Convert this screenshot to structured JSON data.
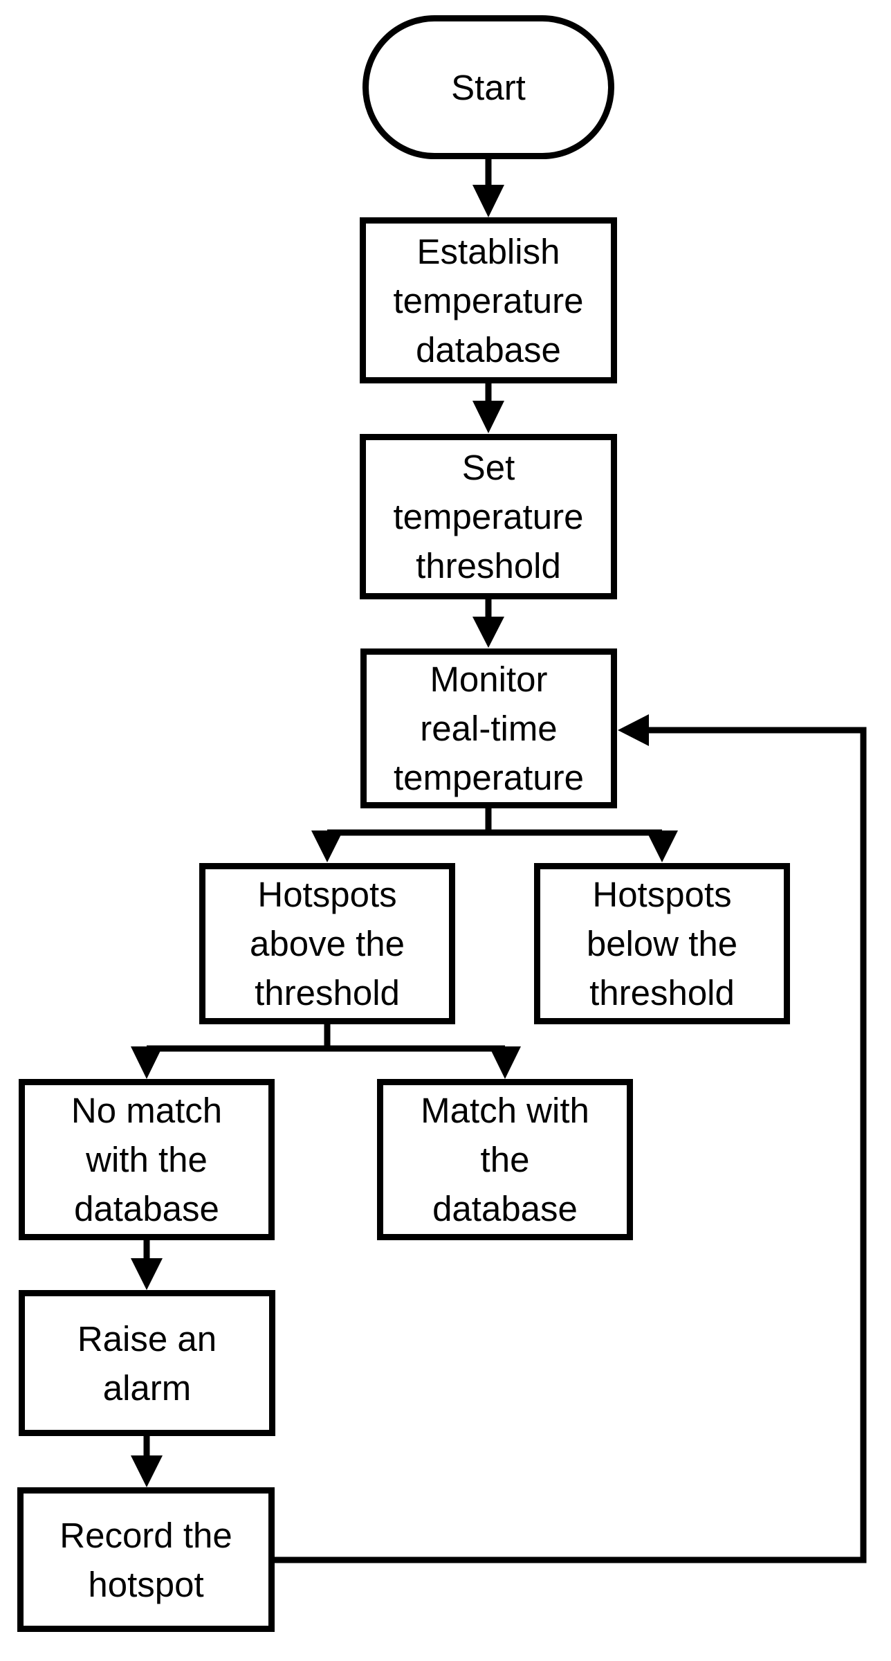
{
  "diagram": {
    "type": "flowchart",
    "colors": {
      "background": "#ffffff",
      "stroke": "#000000",
      "text": "#000000"
    },
    "nodes": {
      "start": {
        "shape": "terminator",
        "label": "Start"
      },
      "establish": {
        "shape": "process",
        "label": "Establish\ntemperature\ndatabase"
      },
      "set_threshold": {
        "shape": "process",
        "label": "Set\ntemperature\nthreshold"
      },
      "monitor": {
        "shape": "process",
        "label": "Monitor\nreal-time\ntemperature"
      },
      "hotspots_above": {
        "shape": "process",
        "label": "Hotspots\nabove the\nthreshold"
      },
      "hotspots_below": {
        "shape": "process",
        "label": "Hotspots\nbelow the\nthreshold"
      },
      "no_match": {
        "shape": "process",
        "label": "No match\nwith the\ndatabase"
      },
      "match": {
        "shape": "process",
        "label": "Match with\nthe\ndatabase"
      },
      "raise_alarm": {
        "shape": "process",
        "label": "Raise an\nalarm"
      },
      "record_hotspot": {
        "shape": "process",
        "label": "Record the\nhotspot"
      }
    },
    "edges": [
      {
        "from": "start",
        "to": "establish"
      },
      {
        "from": "establish",
        "to": "set_threshold"
      },
      {
        "from": "set_threshold",
        "to": "monitor"
      },
      {
        "from": "monitor",
        "to": "hotspots_above"
      },
      {
        "from": "monitor",
        "to": "hotspots_below"
      },
      {
        "from": "hotspots_above",
        "to": "no_match"
      },
      {
        "from": "hotspots_above",
        "to": "match"
      },
      {
        "from": "no_match",
        "to": "raise_alarm"
      },
      {
        "from": "raise_alarm",
        "to": "record_hotspot"
      },
      {
        "from": "record_hotspot",
        "to": "monitor",
        "kind": "feedback-loop"
      }
    ]
  }
}
